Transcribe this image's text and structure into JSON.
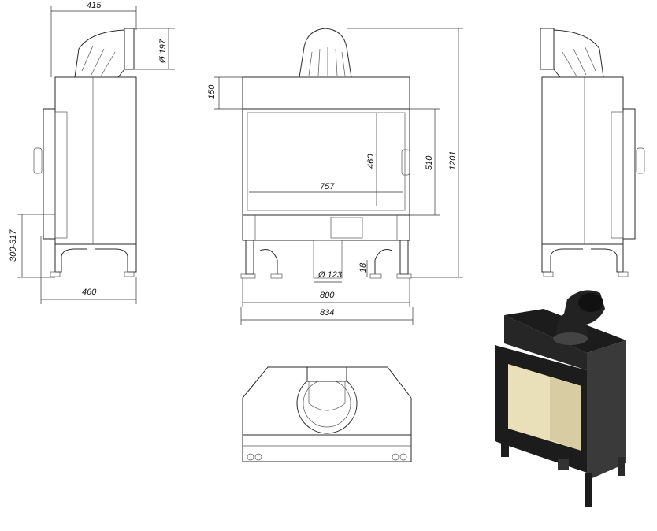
{
  "dimensions": {
    "side_depth": "415",
    "flue_outlet": "Ø 197",
    "side_width": "460",
    "leg_height": "300-317",
    "top_height": "150",
    "glass_height": "460",
    "glass_width": "757",
    "door_height": "510",
    "total_height": "1201",
    "air_inlet": "Ø 123",
    "foot_height": "18",
    "inner_width": "800",
    "total_width": "834"
  },
  "colors": {
    "body": "#1c1c1c",
    "body_side": "#3a3a3a",
    "glass": "#e9dfb8",
    "line": "#2a2a2a"
  }
}
